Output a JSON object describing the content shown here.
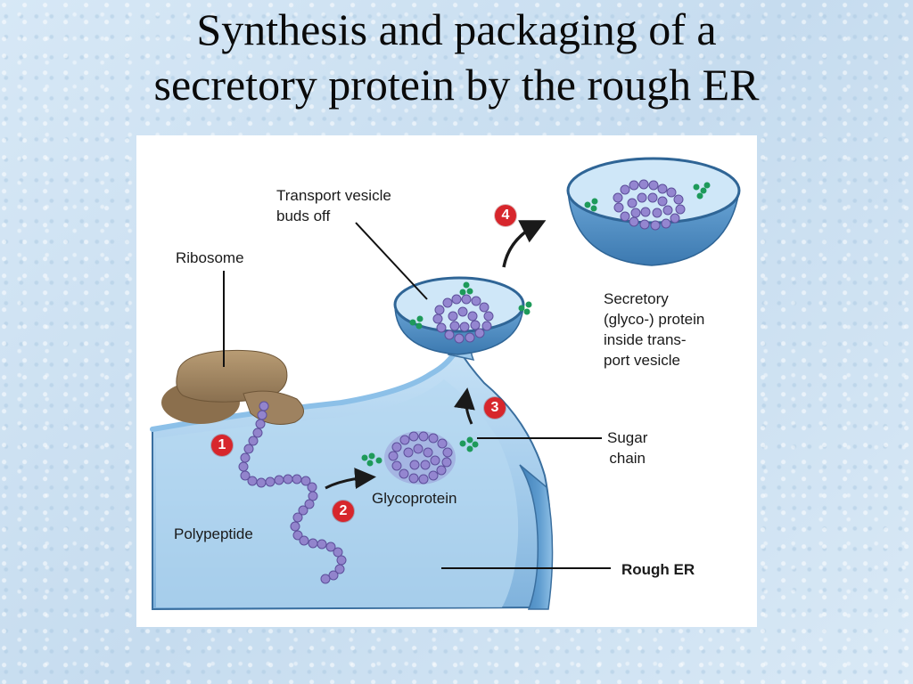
{
  "title": {
    "line1": "Synthesis and packaging of a",
    "line2": "secretory protein by the rough ER"
  },
  "labels": {
    "transport_vesicle": [
      "Transport vesicle",
      "buds off"
    ],
    "ribosome": "Ribosome",
    "secretory_protein": [
      "Secretory",
      "(glyco-) protein",
      "inside trans-",
      "port vesicle"
    ],
    "sugar_chain": [
      "Sugar",
      "chain"
    ],
    "glycoprotein": "Glycoprotein",
    "polypeptide": "Polypeptide",
    "rough_er": "Rough ER"
  },
  "steps": [
    "1",
    "2",
    "3",
    "4"
  ],
  "colors": {
    "badge": "#d7262c",
    "membrane": "#5b97c9",
    "lumen": "#a8d0ee",
    "protein": "#8e79c6",
    "sugar": "#1e9a5a",
    "ribosome": "#a88d66"
  }
}
